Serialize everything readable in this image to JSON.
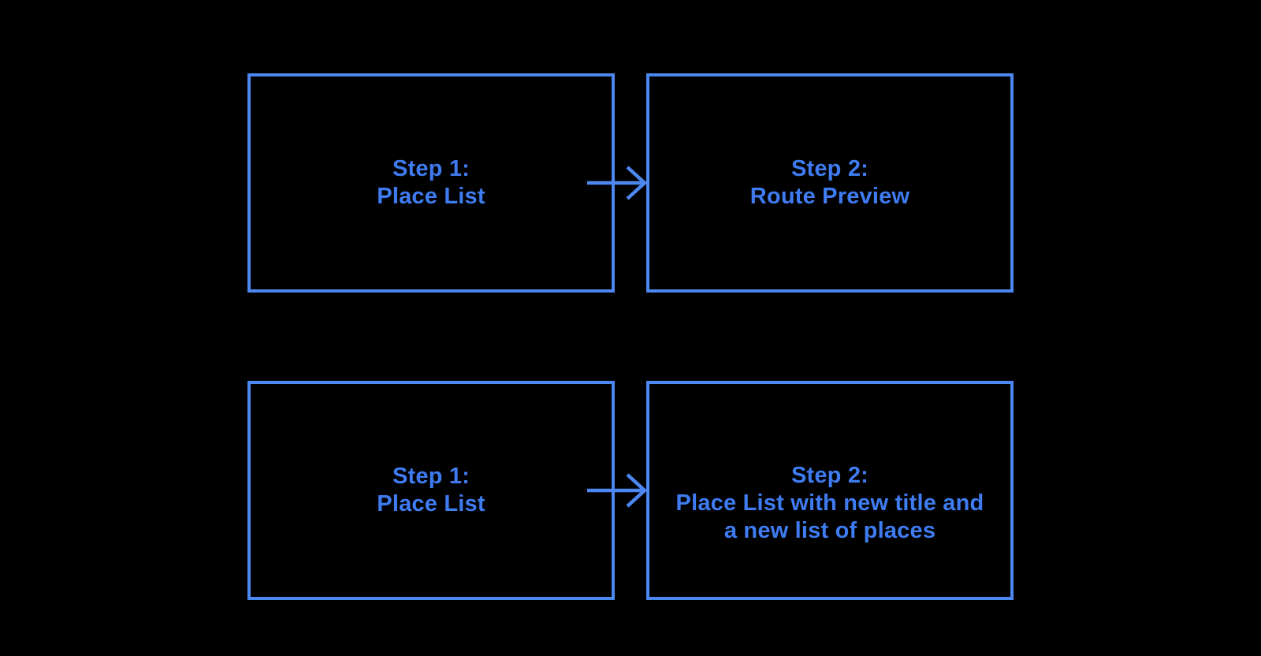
{
  "diagram": {
    "colors": {
      "background": "#000000",
      "stroke": "#4d87f1",
      "text": "#3f7cf2"
    },
    "flows": [
      {
        "connector": "arrow-right",
        "source": {
          "lines": [
            "Step 1:",
            "Place List"
          ]
        },
        "target": {
          "lines": [
            "Step 2:",
            "Route Preview"
          ]
        }
      },
      {
        "connector": "arrow-right",
        "source": {
          "lines": [
            "Step 1:",
            "Place List"
          ]
        },
        "target": {
          "lines": [
            "Step 2:",
            "Place List with new title and",
            "a new list of places"
          ]
        }
      }
    ]
  }
}
